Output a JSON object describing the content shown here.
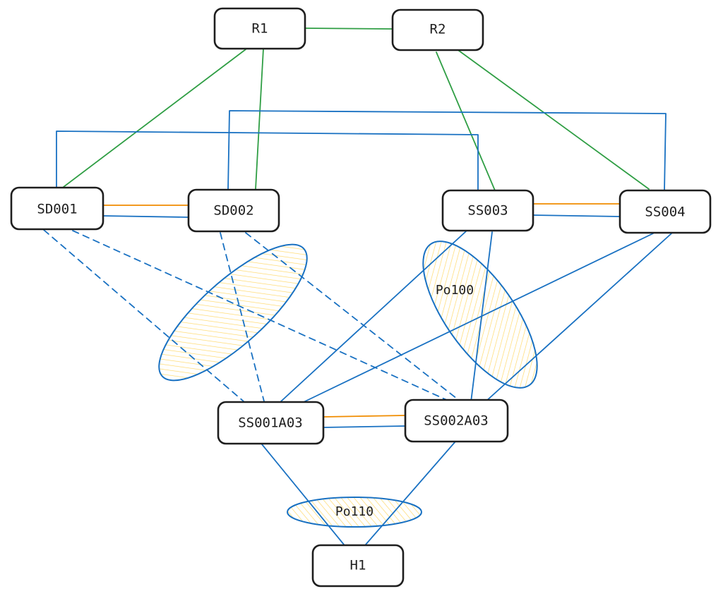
{
  "colors": {
    "routed": "#2f9e44",
    "peer": "#f08c00",
    "trunk": "#1971c2",
    "lag_fill": "#ffe49a",
    "border": "#1e1e1e"
  },
  "nodes": {
    "r1": "R1",
    "r2": "R2",
    "sd001": "SD001",
    "sd002": "SD002",
    "ss003": "SS003",
    "ss004": "SS004",
    "ss001a03": "SS001A03",
    "ss002a03": "SS002A03",
    "h1": "H1"
  },
  "lags": {
    "left": "",
    "po100": "Po100",
    "po110": "Po110"
  }
}
